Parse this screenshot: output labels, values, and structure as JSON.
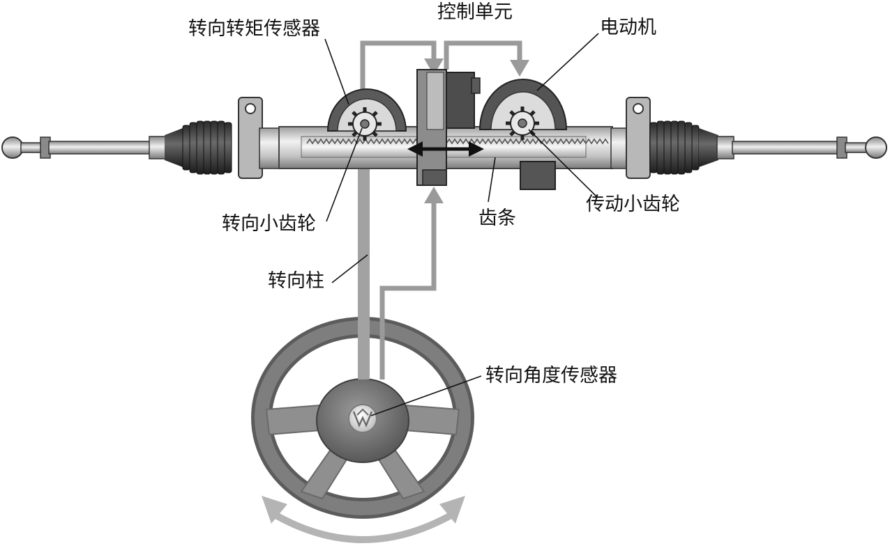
{
  "labels": {
    "torque_sensor": "转向转矩传感器",
    "control_unit": "控制单元",
    "motor": "电动机",
    "steering_pinion": "转向小齿轮",
    "rack": "齿条",
    "drive_pinion": "传动小齿轮",
    "steering_column": "转向柱",
    "angle_sensor": "转向角度传感器"
  },
  "colors": {
    "signal_arrow": "#9a9a9a",
    "housing_dark": "#555555",
    "housing_light": "#cfcfcf",
    "wheel_body": "#7a7a7a"
  }
}
